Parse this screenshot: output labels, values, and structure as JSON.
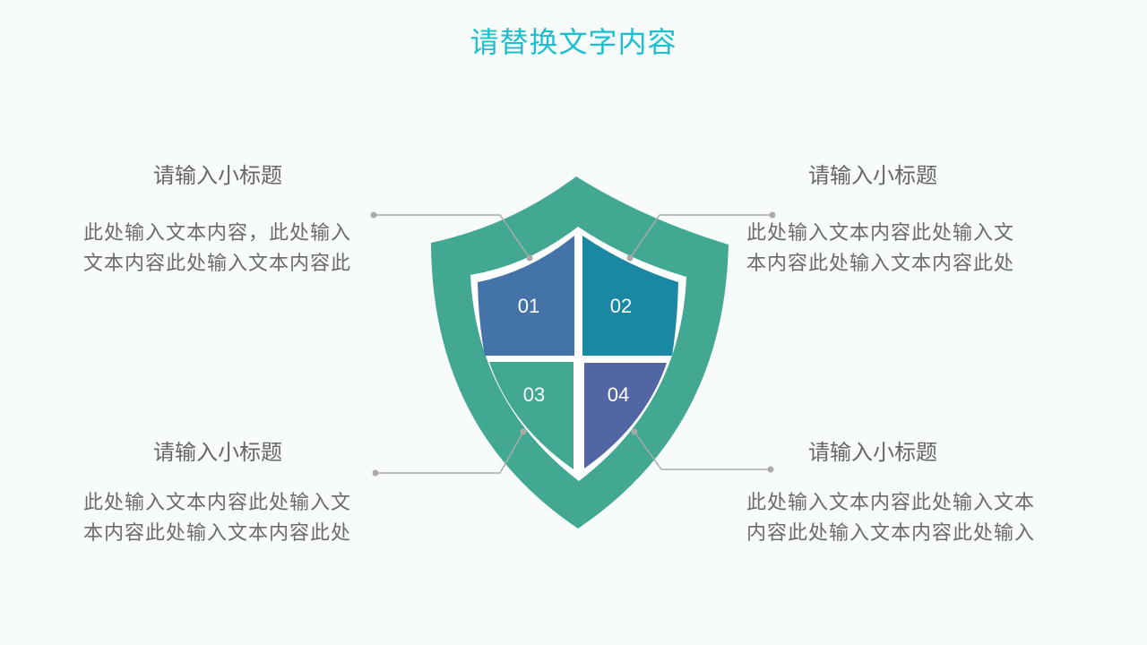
{
  "title": "请替换文字内容",
  "colors": {
    "title": "#1CBFCF",
    "shield_outer": "#42A892",
    "segment_01": "#4373A8",
    "segment_02": "#1A88A2",
    "segment_03": "#42A892",
    "segment_04": "#5266A4",
    "connector": "#AAAAAA",
    "text": "#6B6B6B"
  },
  "shield": {
    "segments": [
      {
        "number": "01"
      },
      {
        "number": "02"
      },
      {
        "number": "03"
      },
      {
        "number": "04"
      }
    ]
  },
  "blocks": [
    {
      "position": "top-left",
      "subtitle": "请输入小标题",
      "lines": [
        "此处输入文本内容，此处输入",
        "文本内容此处输入文本内容此"
      ]
    },
    {
      "position": "top-right",
      "subtitle": "请输入小标题",
      "lines": [
        "此处输入文本内容此处输入文",
        "本内容此处输入文本内容此处"
      ]
    },
    {
      "position": "bottom-left",
      "subtitle": "请输入小标题",
      "lines": [
        "此处输入文本内容此处输入文",
        "本内容此处输入文本内容此处"
      ]
    },
    {
      "position": "bottom-right",
      "subtitle": "请输入小标题",
      "lines": [
        "此处输入文本内容此处输入文本",
        "内容此处输入文本内容此处输入"
      ]
    }
  ]
}
